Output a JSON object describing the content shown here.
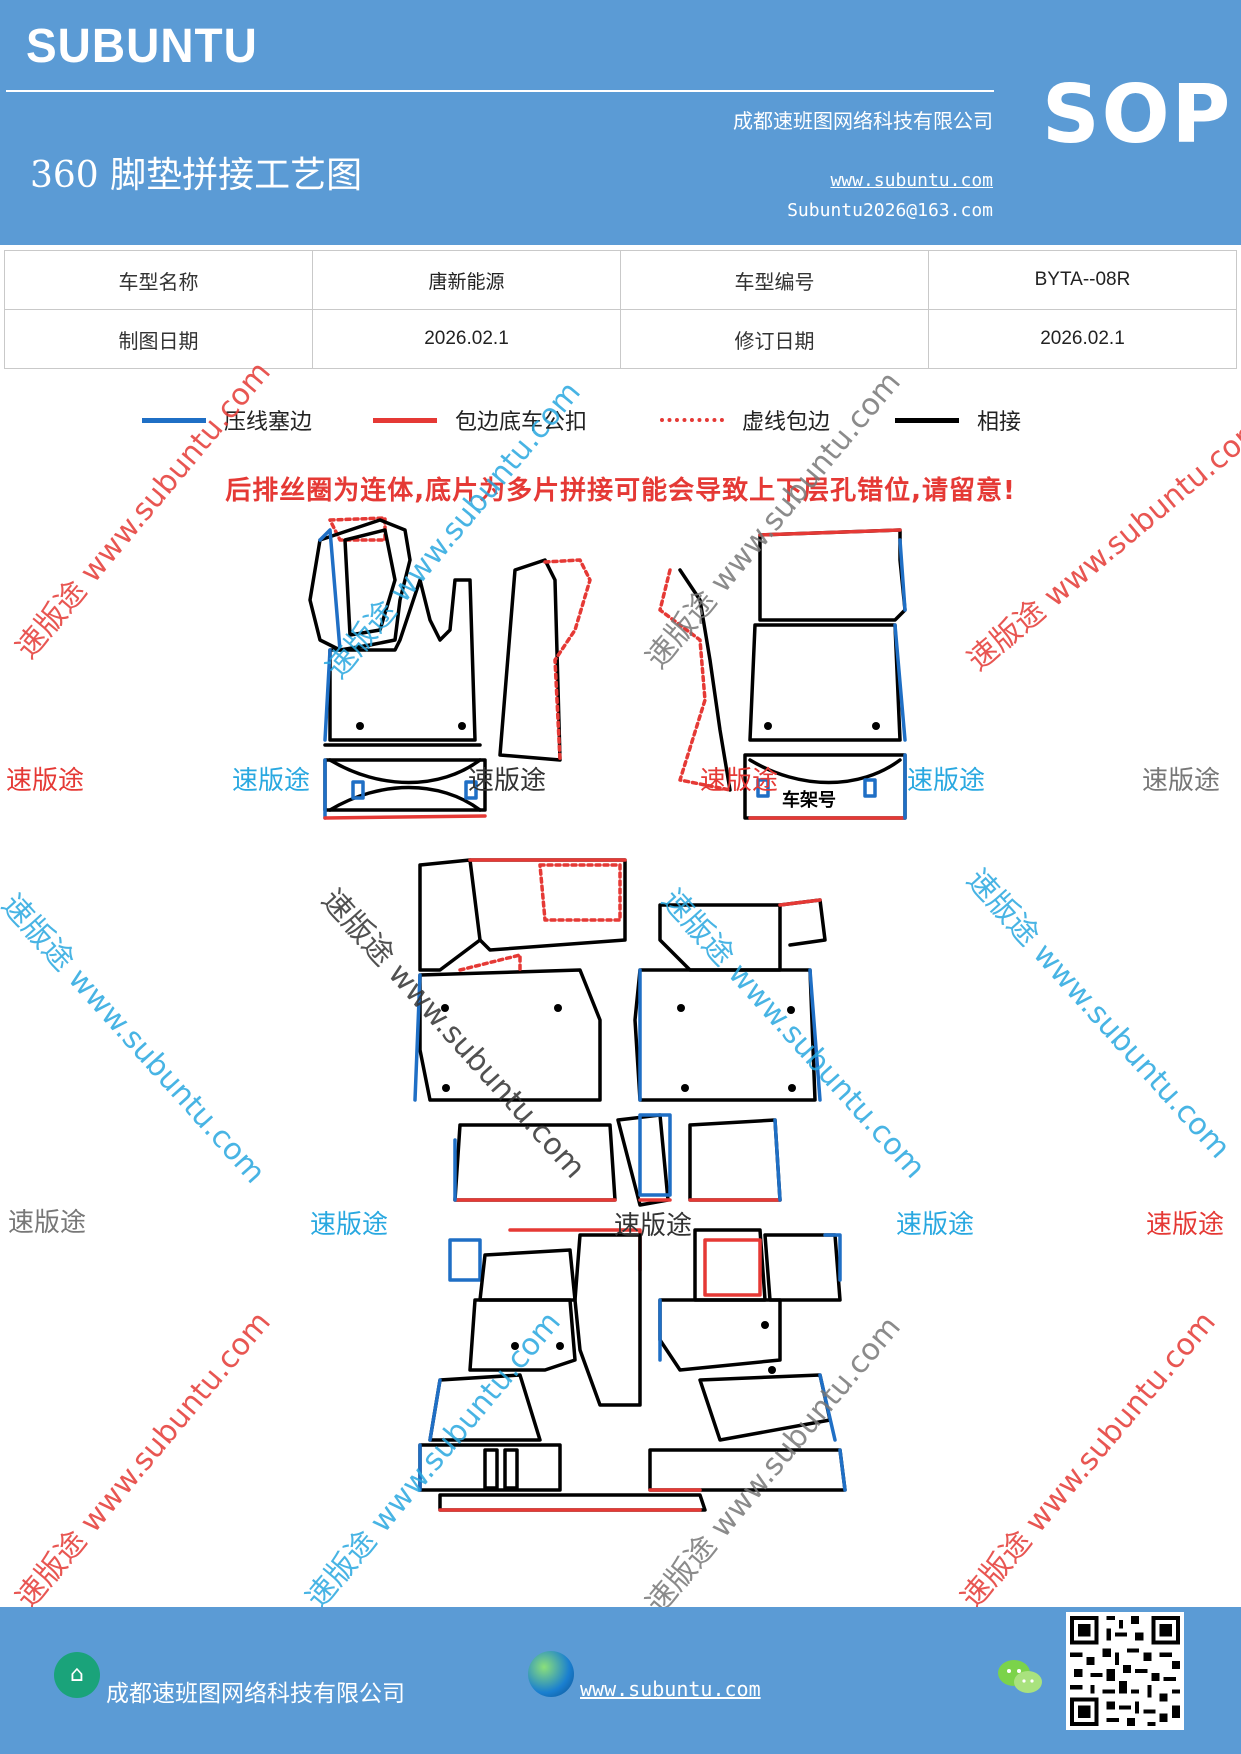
{
  "header": {
    "brand": "SUBUNTU",
    "doc_type": "SOP",
    "title": "360 脚垫拼接工艺图",
    "company": "成都速班图网络科技有限公司",
    "url": "www.subuntu.com",
    "email": "Subuntu2026@163.com"
  },
  "info": {
    "model_name_label": "车型名称",
    "model_name": "唐新能源",
    "model_code_label": "车型编号",
    "model_code": "BYTA--08R",
    "drawing_date_label": "制图日期",
    "drawing_date": "2026.02.1",
    "revision_date_label": "修订日期",
    "revision_date": "2026.02.1"
  },
  "legend": [
    {
      "label": "压线塞边",
      "color": "#1f6fc5",
      "style": "solid"
    },
    {
      "label": "包边底车公扣",
      "color": "#e53935",
      "style": "solid"
    },
    {
      "label": "虚线包边",
      "color": "#e53935",
      "style": "dotted"
    },
    {
      "label": "相接",
      "color": "#000000",
      "style": "solid"
    }
  ],
  "warning": "后排丝圈为连体,底片为多片拼接可能会导致上下层孔错位,请留意!",
  "diagram": {
    "frame_label": "车架号"
  },
  "watermark": {
    "brand_cn": "速版途",
    "site": "www.subuntu.com",
    "diag_text": "速版途 www.subuntu.com",
    "colors": {
      "red": "#e53935",
      "blue": "#29a8e0",
      "gray": "#777777",
      "dark": "#333333"
    }
  },
  "footer": {
    "company": "成都速班图网络科技有限公司",
    "url": "www.subuntu.com"
  },
  "colors": {
    "header_bg": "#5b9bd5",
    "press_line": "#1f6fc5",
    "edge": "#e53935",
    "joint": "#000000"
  }
}
